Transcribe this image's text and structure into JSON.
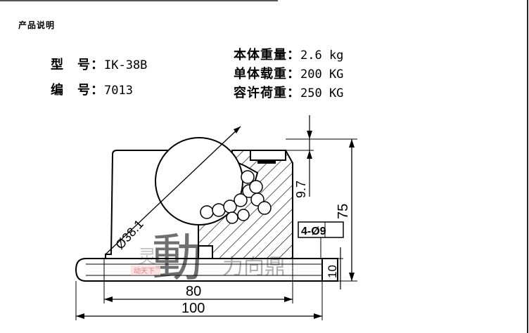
{
  "header": {
    "section_title": "产品说明"
  },
  "specs_left": [
    {
      "label": "型　号：",
      "value": "IK-38B"
    },
    {
      "label": "编　号：",
      "value": "7013"
    }
  ],
  "specs_right": [
    {
      "label": "本体重量：",
      "value": "2.6 kg"
    },
    {
      "label": "单体载重：",
      "value": "200 KG"
    },
    {
      "label": "容许荷重：",
      "value": "250 KG"
    }
  ],
  "drawing": {
    "dim_ball": "Ø38.1",
    "dim_height": "75",
    "dim_top": "9.7",
    "dim_holes": "4-Ø9",
    "dim_flange": "10",
    "dim_inner_width": "80",
    "dim_outer_width": "100"
  },
  "watermark": {
    "main": "動",
    "small": "力向鼎",
    "stamp": "动天下",
    "left": "灵"
  }
}
